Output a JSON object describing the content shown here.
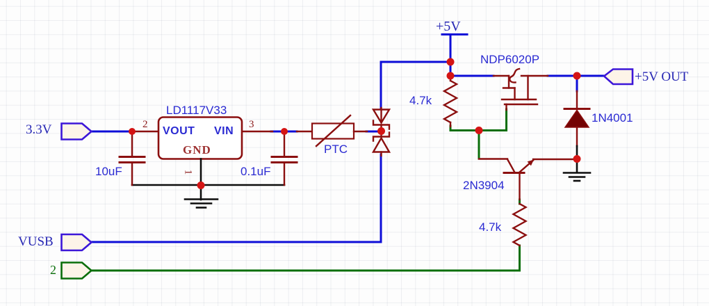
{
  "colors": {
    "wire_blue": "#0d0dd8",
    "wire_green": "#0a6e0a",
    "component": "#8b0f0f",
    "junction": "#d41414",
    "diode_fill": "#740404",
    "port_outline": "#3c16d8",
    "port_fill": "#fdf4e8",
    "label_blue": "#2a2ad2",
    "label_navy": "#2727b4",
    "gnd_text": "#9c3030",
    "pin_text": "#8b1a1a",
    "black": "#0d0d0d"
  },
  "ports": {
    "p33v": {
      "label": "3.3V"
    },
    "vusb": {
      "label": "VUSB"
    },
    "p2": {
      "label": "2"
    },
    "out5v": {
      "label": "+5V OUT"
    }
  },
  "power": {
    "rail5v": {
      "label": "+5V"
    }
  },
  "components": {
    "regulator": {
      "name": "LD1117V33",
      "pins": {
        "vout": {
          "label": "VOUT",
          "number": "2"
        },
        "vin": {
          "label": "VIN",
          "number": "3"
        },
        "gnd": {
          "label": "GND",
          "number": "1"
        }
      }
    },
    "cap_input": {
      "value": "10uF"
    },
    "cap_output": {
      "value": "0.1uF"
    },
    "ptc": {
      "name": "PTC"
    },
    "tvs": {
      "name": "dual-zener-tvs"
    },
    "pullup_resistor": {
      "value": "4.7k"
    },
    "base_resistor": {
      "value": "4.7k"
    },
    "mosfet": {
      "name": "NDP6020P"
    },
    "npn": {
      "name": "2N3904"
    },
    "diode": {
      "name": "1N4001"
    }
  }
}
